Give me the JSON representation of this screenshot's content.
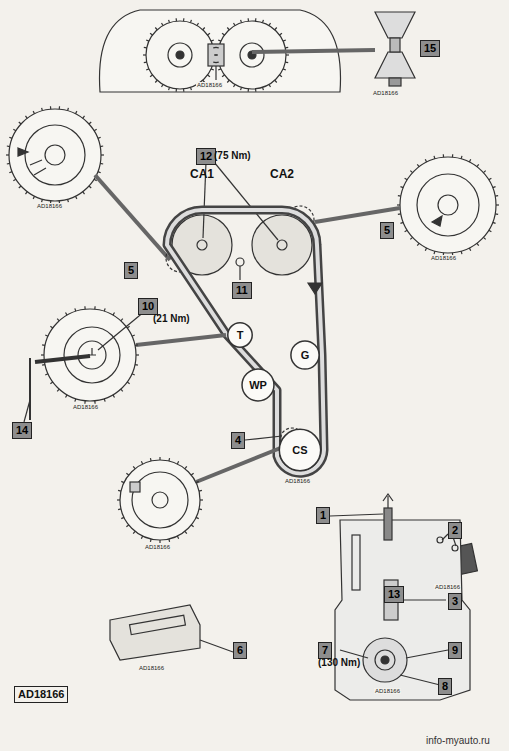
{
  "diagram": {
    "nodes": [
      {
        "text": [
          "CA1"
        ]
      },
      {
        "text": [
          "CA2"
        ]
      },
      {
        "text": [
          "T"
        ]
      },
      {
        "text": [
          "G"
        ]
      },
      {
        "text": [
          "WP"
        ]
      },
      {
        "text": [
          "CS"
        ]
      }
    ],
    "labels": [
      "15",
      "AD18166",
      "AD18166",
      "AD18166",
      "12",
      "(75 Nm)",
      "AD18166",
      "5",
      "11",
      "5",
      "10",
      "(21 Nm)",
      "14",
      "AD18166",
      "4",
      "AD18166",
      "AD18166",
      "13",
      "AD18166",
      "1",
      "2",
      "3",
      "6",
      "AD18166",
      "7",
      "(130 Nm)",
      "9",
      "8",
      "AD18166",
      "AD18166",
      "info-myauto.ru"
    ]
  }
}
